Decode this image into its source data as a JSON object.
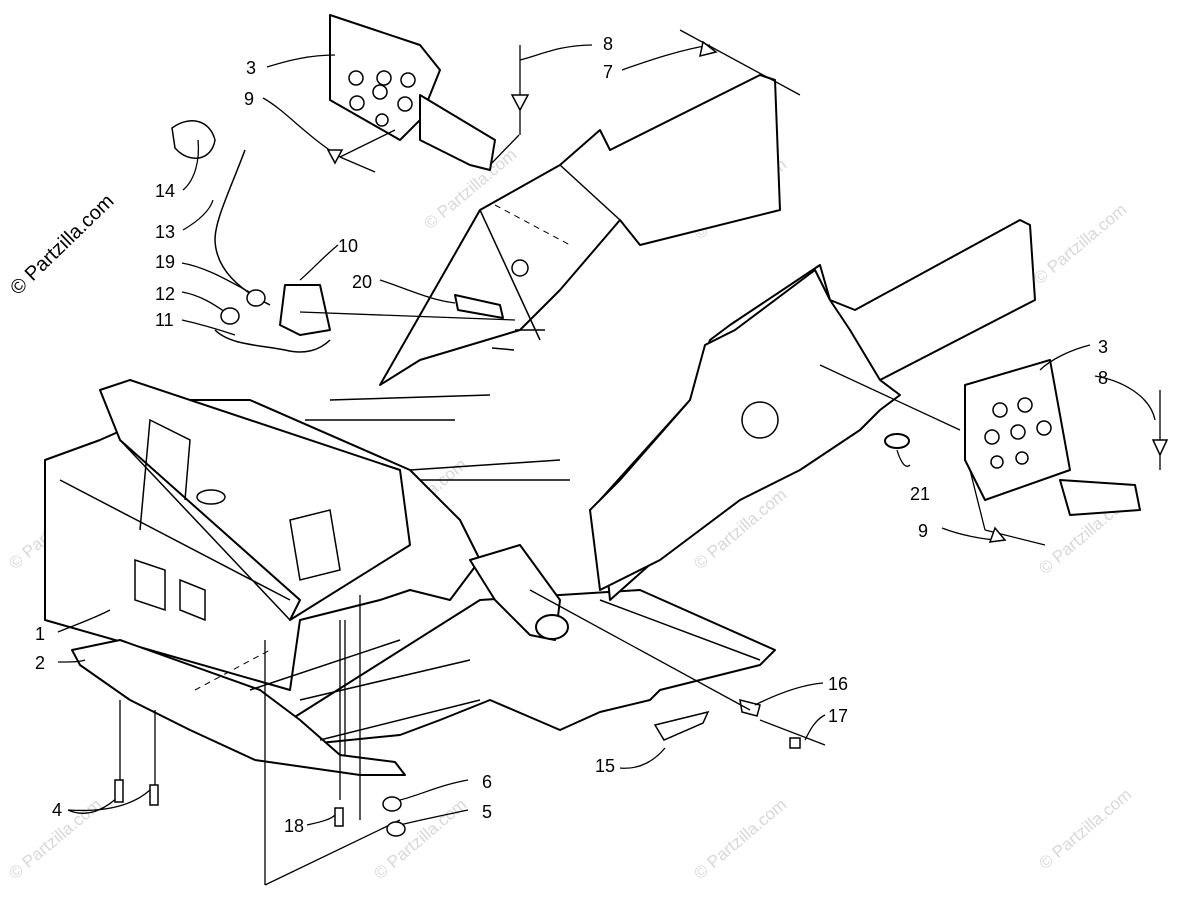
{
  "watermark": {
    "main": "© Partzilla.com",
    "faint": "© Partzilla.com"
  },
  "callouts": {
    "c1": "1",
    "c2": "2",
    "c3a": "3",
    "c3b": "3",
    "c4": "4",
    "c5": "5",
    "c6": "6",
    "c7": "7",
    "c8a": "8",
    "c8b": "8",
    "c9a": "9",
    "c9b": "9",
    "c10": "10",
    "c11": "11",
    "c12": "12",
    "c13": "13",
    "c14": "14",
    "c15": "15",
    "c16": "16",
    "c17": "17",
    "c18": "18",
    "c19": "19",
    "c20": "20",
    "c21": "21"
  },
  "colors": {
    "line": "#000000",
    "background": "#ffffff",
    "watermark": "#d8d8d8"
  }
}
